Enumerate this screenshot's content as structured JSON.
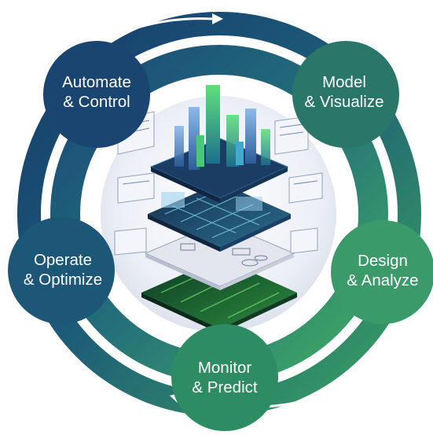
{
  "stages": [
    {
      "id": "automate-control",
      "line1": "Automate",
      "line2": "& Control",
      "color": "#1d4c73"
    },
    {
      "id": "model-visualize",
      "line1": "Model",
      "line2": "& Visualize",
      "color": "#2c7a68"
    },
    {
      "id": "design-analyze",
      "line1": "Design",
      "line2": "& Analyze",
      "color": "#3b9a6b"
    },
    {
      "id": "monitor-predict",
      "line1": "Monitor",
      "line2": "& Predict",
      "color": "#309064"
    },
    {
      "id": "operate-optimize",
      "line1": "Operate",
      "line2": "& Optimize",
      "color": "#1f5a78"
    }
  ],
  "colors": {
    "ring_dark": "#163f6e",
    "ring_mid": "#1f6a78",
    "ring_green": "#2f9a5c",
    "center_bg": "#eef0f7"
  }
}
